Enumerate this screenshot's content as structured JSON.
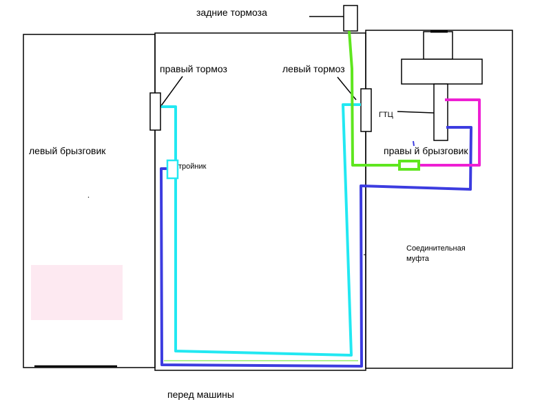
{
  "labels": {
    "rear_brakes": "задние тормоза",
    "right_brake": "правый тормоз",
    "left_brake": "левый тормоз",
    "gtc": "ГТЦ",
    "left_mudguard": "левый брызговик",
    "right_mudguard": "правы й брызговик",
    "tee": "тройник",
    "coupling_line1": "Соединительная",
    "coupling_line2": "муфта",
    "car_front": "перед машины"
  },
  "colors": {
    "outline": "#000000",
    "cyan_line": "#22e8f2",
    "blue_line": "#3c3ce0",
    "green_line": "#5fe61f",
    "magenta_line": "#ee1fd3",
    "smudge": "#fde9f1"
  }
}
